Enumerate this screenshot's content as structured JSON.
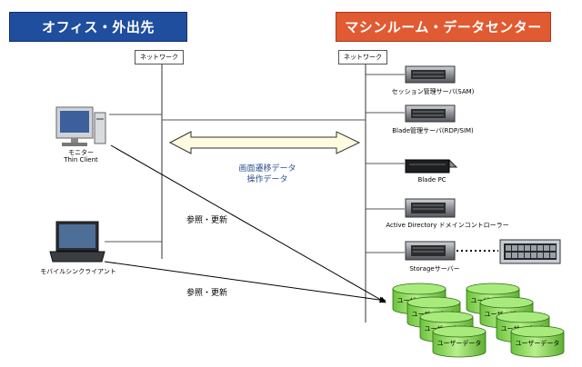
{
  "zones": {
    "office": "オフィス・外出先",
    "machine_room": "マシンルーム・データセンター"
  },
  "networks": {
    "left": "ネットワーク",
    "right": "ネットワーク"
  },
  "clients": {
    "thin_client_line1": "モニター",
    "thin_client_line2": "Thin Client",
    "mobile": "モバイルシンクライアント"
  },
  "servers": {
    "session": "セッション管理サーバ(SAM)",
    "blade_mgmt": "Blade管理サーバ(RDP/SIM)",
    "blade_pc": "Blade PC",
    "active_directory": "Active Directory ドメインコントローラー",
    "storage": "Storageサーバー"
  },
  "flows": {
    "screen_line1": "画面遷移データ",
    "screen_line2": "操作データ",
    "ref_update_1": "参照・更新",
    "ref_update_2": "参照・更新"
  },
  "user_data": [
    "ユーザーデータ",
    "ユーザーデータ",
    "ユーザーデータ",
    "ユーザーデータ",
    "ユーザーデータ",
    "ユーザーデータ",
    "ユーザーデータ",
    "ユーザーデータ"
  ],
  "colors": {
    "office_banner": "#1f4e9e",
    "machine_banner": "#e05a32",
    "cylinder": "#9be06a",
    "arrow_fill": "#fffbe0"
  },
  "icons": {
    "thin_client": "desktop-pc-icon",
    "mobile": "laptop-icon",
    "rack_server": "rack-server-icon",
    "blade": "blade-pc-icon",
    "database": "cylinder-database-icon"
  }
}
